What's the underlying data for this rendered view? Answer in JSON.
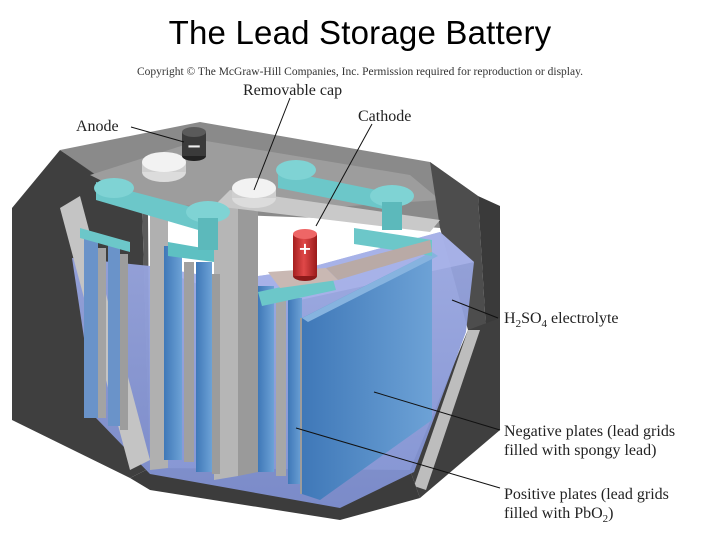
{
  "title": "The Lead Storage Battery",
  "copyright": "Copyright © The McGraw-Hill Companies, Inc. Permission required for reproduction or display.",
  "labels": {
    "removable_cap": "Removable cap",
    "anode": "Anode",
    "cathode": "Cathode",
    "electrolyte_formula_h": "H",
    "electrolyte_formula_h_sub": "2",
    "electrolyte_formula_so": "SO",
    "electrolyte_formula_so_sub": "4",
    "electrolyte_word": " electrolyte",
    "negative_line1": "Negative plates (lead grids",
    "negative_line2": "filled with spongy lead)",
    "positive_line1": "Positive plates (lead grids",
    "positive_line2_prefix": "filled with PbO",
    "positive_line2_sub": "2",
    "positive_line2_suffix": ")"
  },
  "terminal_symbols": {
    "negative": "−",
    "positive": "+"
  },
  "colors": {
    "case_dark": "#4a4a4a",
    "case_mid": "#7d7d7d",
    "case_light": "#b9b9b9",
    "electrolyte": "#8a9bd6",
    "plate_blue": "#5c8fc8",
    "strap_teal": "#6cc7c9",
    "terminal_red": "#d43a3a",
    "terminal_black": "#3a3a3a"
  }
}
